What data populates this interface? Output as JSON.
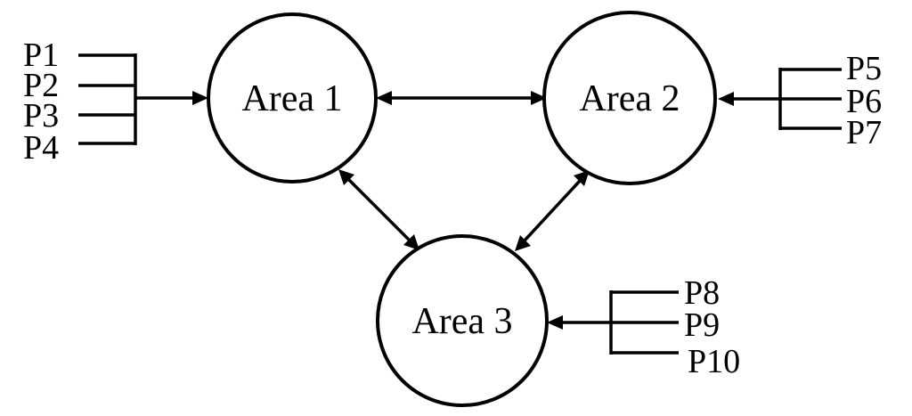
{
  "areas": [
    {
      "label": "Area 1"
    },
    {
      "label": "Area 2"
    },
    {
      "label": "Area 3"
    }
  ],
  "ports": {
    "p1": "P1",
    "p2": "P2",
    "p3": "P3",
    "p4": "P4",
    "p5": "P5",
    "p6": "P6",
    "p7": "P7",
    "p8": "P8",
    "p9": "P9",
    "p10": "P10"
  },
  "connections": [
    {
      "from": "Area 1",
      "to": "Area 2",
      "direction": "bidirectional"
    },
    {
      "from": "Area 1",
      "to": "Area 3",
      "direction": "bidirectional"
    },
    {
      "from": "Area 2",
      "to": "Area 3",
      "direction": "bidirectional"
    },
    {
      "from": [
        "P1",
        "P2",
        "P3",
        "P4"
      ],
      "to": "Area 1",
      "direction": "inbound"
    },
    {
      "from": [
        "P5",
        "P6",
        "P7"
      ],
      "to": "Area 2",
      "direction": "inbound"
    },
    {
      "from": [
        "P8",
        "P9",
        "P10"
      ],
      "to": "Area 3",
      "direction": "inbound"
    }
  ],
  "colors": {
    "stroke": "#000000",
    "background": "#ffffff"
  }
}
